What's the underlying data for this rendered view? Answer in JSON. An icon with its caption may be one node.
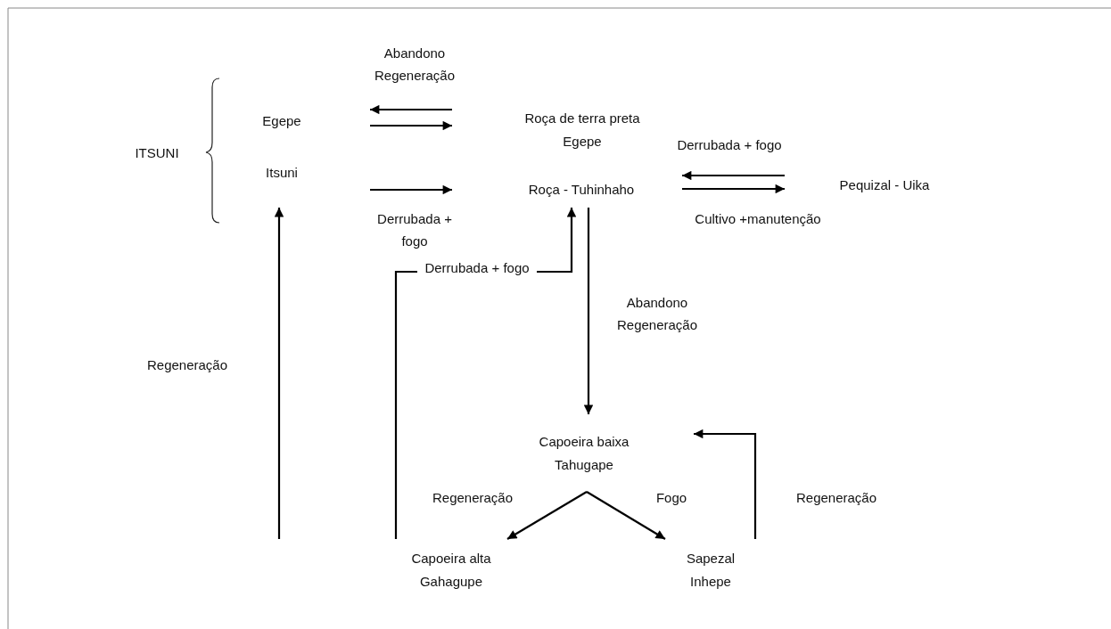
{
  "diagram": {
    "nodes": [
      {
        "text": [
          "ITSUNI"
        ]
      },
      {
        "text": [
          "Egepe"
        ]
      },
      {
        "text": [
          "Itsuni"
        ]
      },
      {
        "text": [
          "Roça de terra preta Egepe"
        ]
      },
      {
        "text": [
          "Roça - Tuhinhaho"
        ]
      },
      {
        "text": [
          "Pequizal - Uika"
        ]
      },
      {
        "text": [
          "Capoeira baixa Tahugape"
        ]
      },
      {
        "text": [
          "Capoeira alta Gahagupe"
        ]
      },
      {
        "text": [
          "Sapezal Inhepe"
        ]
      }
    ],
    "edges": [
      {
        "from": 3,
        "to": 1,
        "arrow": "to",
        "label": "Abandono Regeneração"
      },
      {
        "from": 1,
        "to": 3,
        "arrow": "to"
      },
      {
        "from": 2,
        "to": 4,
        "arrow": "to",
        "label": "Derrubada + fogo"
      },
      {
        "from": 5,
        "to": 4,
        "arrow": "to",
        "label": "Derrubada + fogo"
      },
      {
        "from": 4,
        "to": 5,
        "arrow": "to",
        "label": "Cultivo +manutenção"
      },
      {
        "from": 4,
        "to": 6,
        "arrow": "to",
        "label": "Abandono Regeneração"
      },
      {
        "from": 7,
        "to": 4,
        "arrow": "to",
        "label": "Derrubada + fogo"
      },
      {
        "from": 6,
        "to": 7,
        "arrow": "to",
        "label": "Regeneração"
      },
      {
        "from": 6,
        "to": 8,
        "arrow": "to",
        "label": "Fogo"
      },
      {
        "from": 8,
        "to": 6,
        "arrow": "to",
        "label": "Regeneração"
      },
      {
        "from": null,
        "to": 2,
        "arrow": "to",
        "label": "Regeneração"
      }
    ]
  }
}
